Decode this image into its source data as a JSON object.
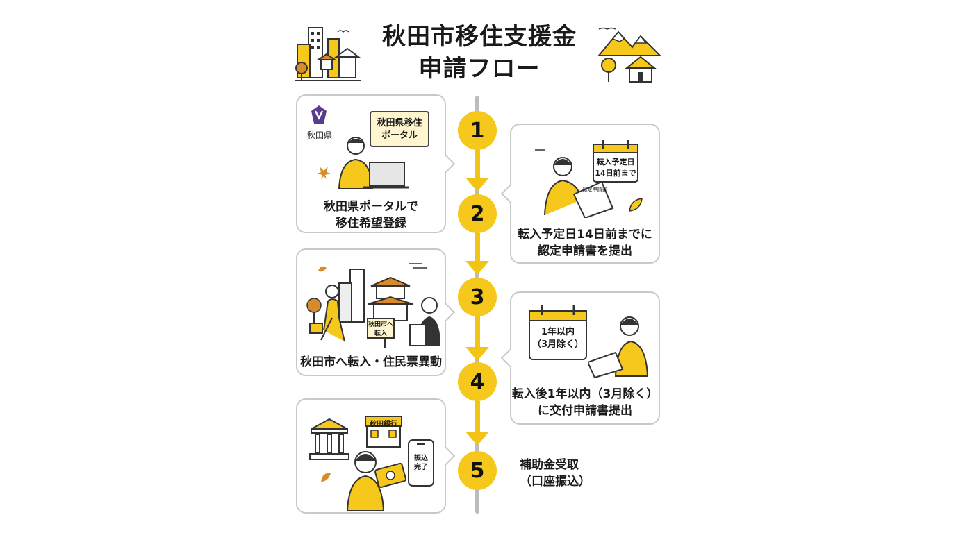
{
  "title": {
    "line1": "秋田市移住支援金",
    "line2": "申請フロー"
  },
  "steps": [
    {
      "number": "1",
      "caption_line1": "秋田県ポータルで",
      "caption_line2": "移住希望登録",
      "logo_text": "秋田県",
      "screen_text_line1": "秋田県移住",
      "screen_text_line2": "ポータル"
    },
    {
      "number": "2",
      "caption_line1": "転入予定日14日前までに",
      "caption_line2": "認定申請書を提出",
      "calendar_line1": "転入予定日",
      "calendar_line2": "14日前まで",
      "paper_label": "認定申請書"
    },
    {
      "number": "3",
      "caption_line1": "秋田市へ転入・住民票異動",
      "sign_line1": "秋田市へ",
      "sign_line2": "転入"
    },
    {
      "number": "4",
      "caption_line1": "転入後1年以内（3月除く）",
      "caption_line2": "に交付申請書提出",
      "calendar_line1": "1年以内",
      "calendar_line2": "（3月除く）"
    },
    {
      "number": "5",
      "caption_line1": "補助金受取",
      "caption_line2": "（口座振込）",
      "bank_label": "秋田銀行",
      "phone_line1": "振込",
      "phone_line2": "完了"
    }
  ],
  "colors": {
    "accent": "#f6c81b",
    "border": "#c9c9c9",
    "spine": "#bcbcbc",
    "autumn": "#d98a2b"
  },
  "icons": [
    "city-skyline-icon",
    "mountain-house-icon",
    "laptop-person-icon",
    "calendar-icon",
    "castle-icon",
    "bank-icon",
    "smartphone-icon",
    "maple-leaf-icon"
  ]
}
